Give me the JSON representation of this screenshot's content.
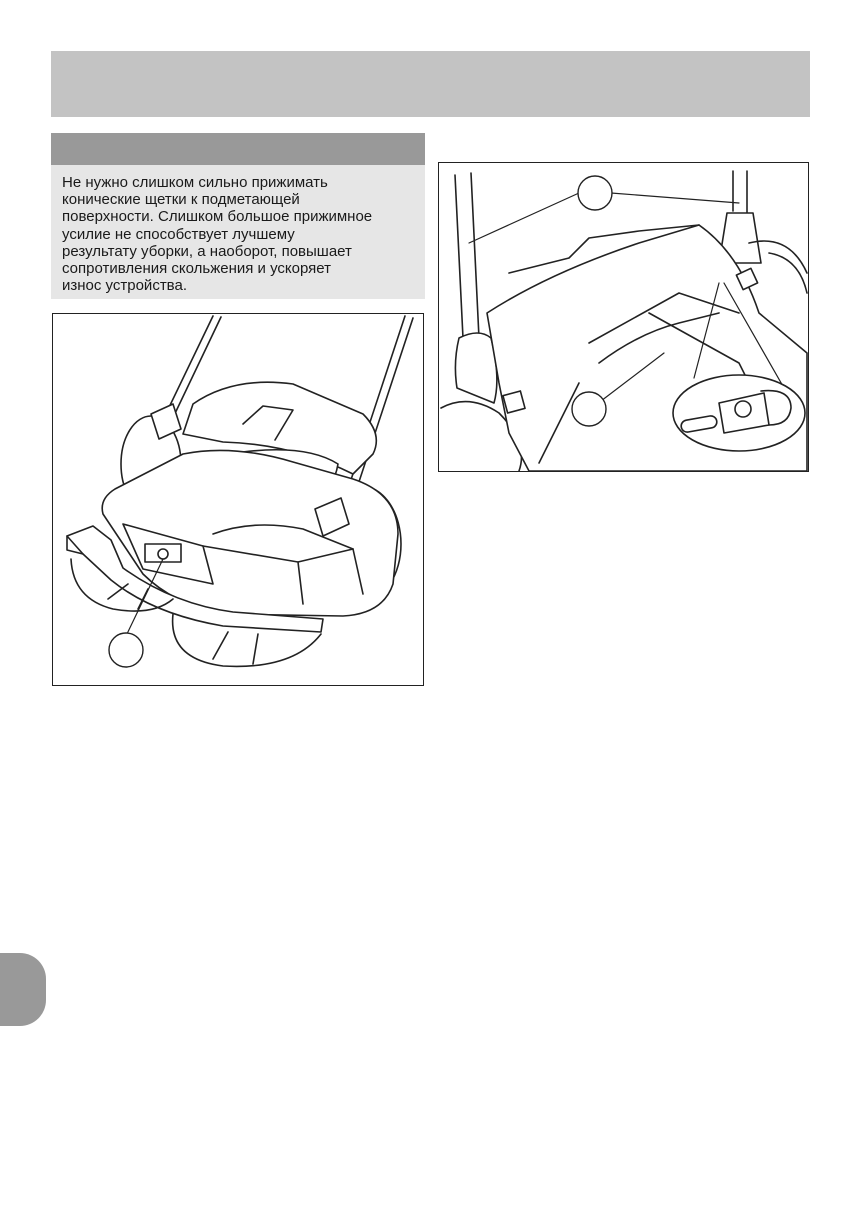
{
  "note": {
    "text": "Не нужно слишком сильно прижимать\nконические щетки к подметающей\nповерхности. Слишком большое прижимное\nусилие не способствует лучшему\nрезультату уборки, а наоборот, повышает\nсопротивления скольжения и ускоряет\nизнос устройства."
  },
  "figures": {
    "left_name": "sweeper-front-illustration",
    "right_name": "sweeper-rear-detail-illustration"
  },
  "colors": {
    "header_bar": "#c3c3c3",
    "note_head": "#999999",
    "note_body": "#e6e6e6",
    "side_tab": "#999999"
  }
}
